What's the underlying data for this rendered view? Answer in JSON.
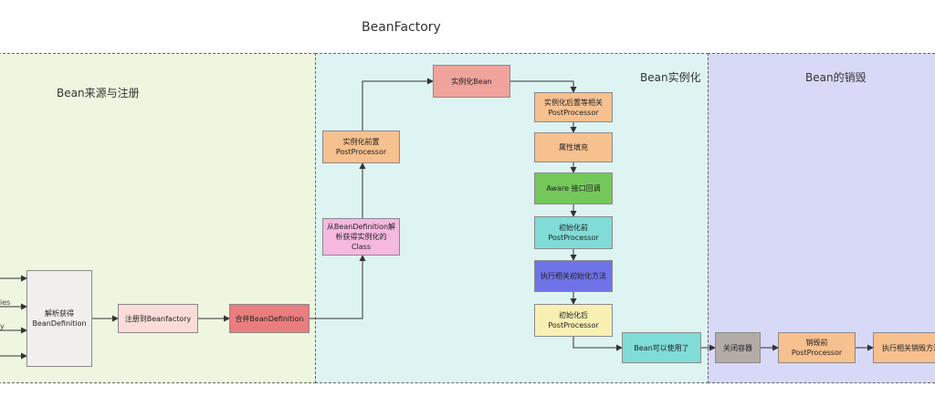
{
  "title": "BeanFactory",
  "regions": {
    "registration": "Bean来源与注册",
    "instantiation": "Bean实例化",
    "destruction": "Bean的销毁"
  },
  "nodes": {
    "parse": "解析获得\nBeanDefinition",
    "register": "注册到Beanfactory",
    "merge": "合并BeanDefinition",
    "resolve_class": "从BeanDefinition解\n析获得实例化的\nClass",
    "pre_inst_pp": "实例化前置\nPostProcessor",
    "instantiate": "实例化Bean",
    "post_inst_pp": "实例化后置等相关\nPostProcessor",
    "populate": "属性填充",
    "aware": "Aware 接口回调",
    "pre_init_pp": "初始化前\nPostProcessor",
    "init_methods": "执行相关初始化方法",
    "post_init_pp": "初始化后\nPostProcessor",
    "ready": "Bean可以使用了",
    "close": "关闭容器",
    "pre_destroy_pp": "销毁前\nPostProcessor",
    "destroy_methods": "执行相关销毁方法"
  },
  "edge_labels": [
    "ies",
    "y"
  ],
  "colors": {
    "registration_bg": "#eef6df",
    "instantiation_bg": "#def4f2",
    "destruction_bg": "#d8d9f7",
    "salmon": "#f0a39a",
    "orange": "#f7c08f",
    "green": "#74c85a",
    "teal": "#7fdcd6",
    "blue": "#6f73e8",
    "cream": "#f8efb3",
    "pink": "#f5b8df",
    "gray": "#b3aca6",
    "light_pink": "#fbdcd8",
    "red": "#ea7d7d"
  }
}
